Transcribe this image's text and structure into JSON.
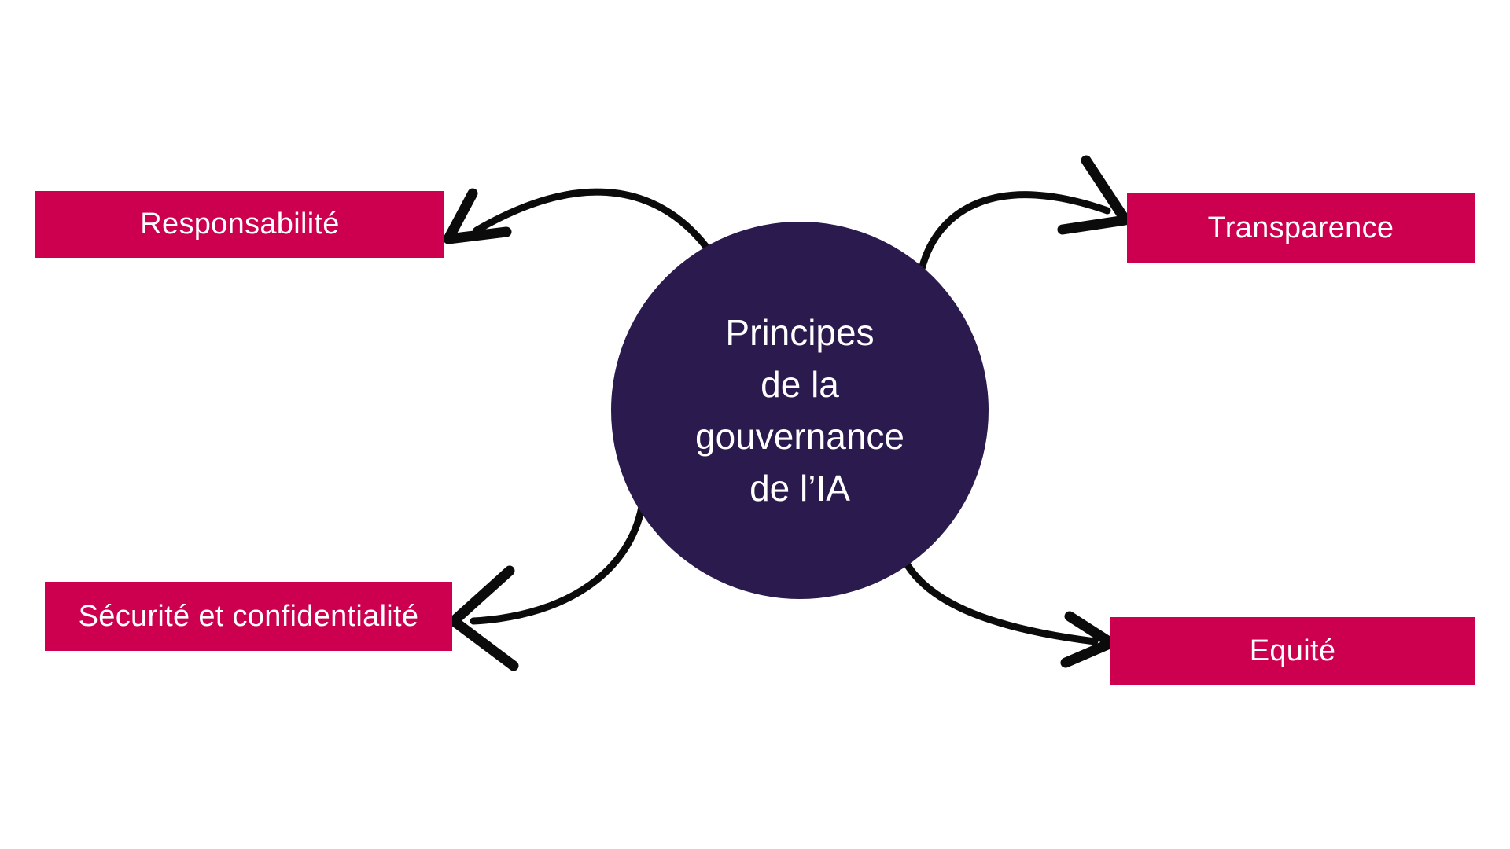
{
  "center_circle": {
    "lines": [
      "Principes",
      "de la",
      "gouvernance",
      "de l’IA"
    ],
    "full_text": "Principes de la gouvernance de l’IA"
  },
  "nodes": {
    "top_left": {
      "label": "Responsabilité"
    },
    "top_right": {
      "label": "Transparence"
    },
    "bottom_left": {
      "label": "Sécurité et confidentialité"
    },
    "bottom_right": {
      "label": "Equité"
    }
  },
  "colors": {
    "node_bg": "#CD0050",
    "circle_bg": "#2A1A4D",
    "arrow": "#0b0b0b",
    "text": "#ffffff",
    "background": "#ffffff"
  }
}
